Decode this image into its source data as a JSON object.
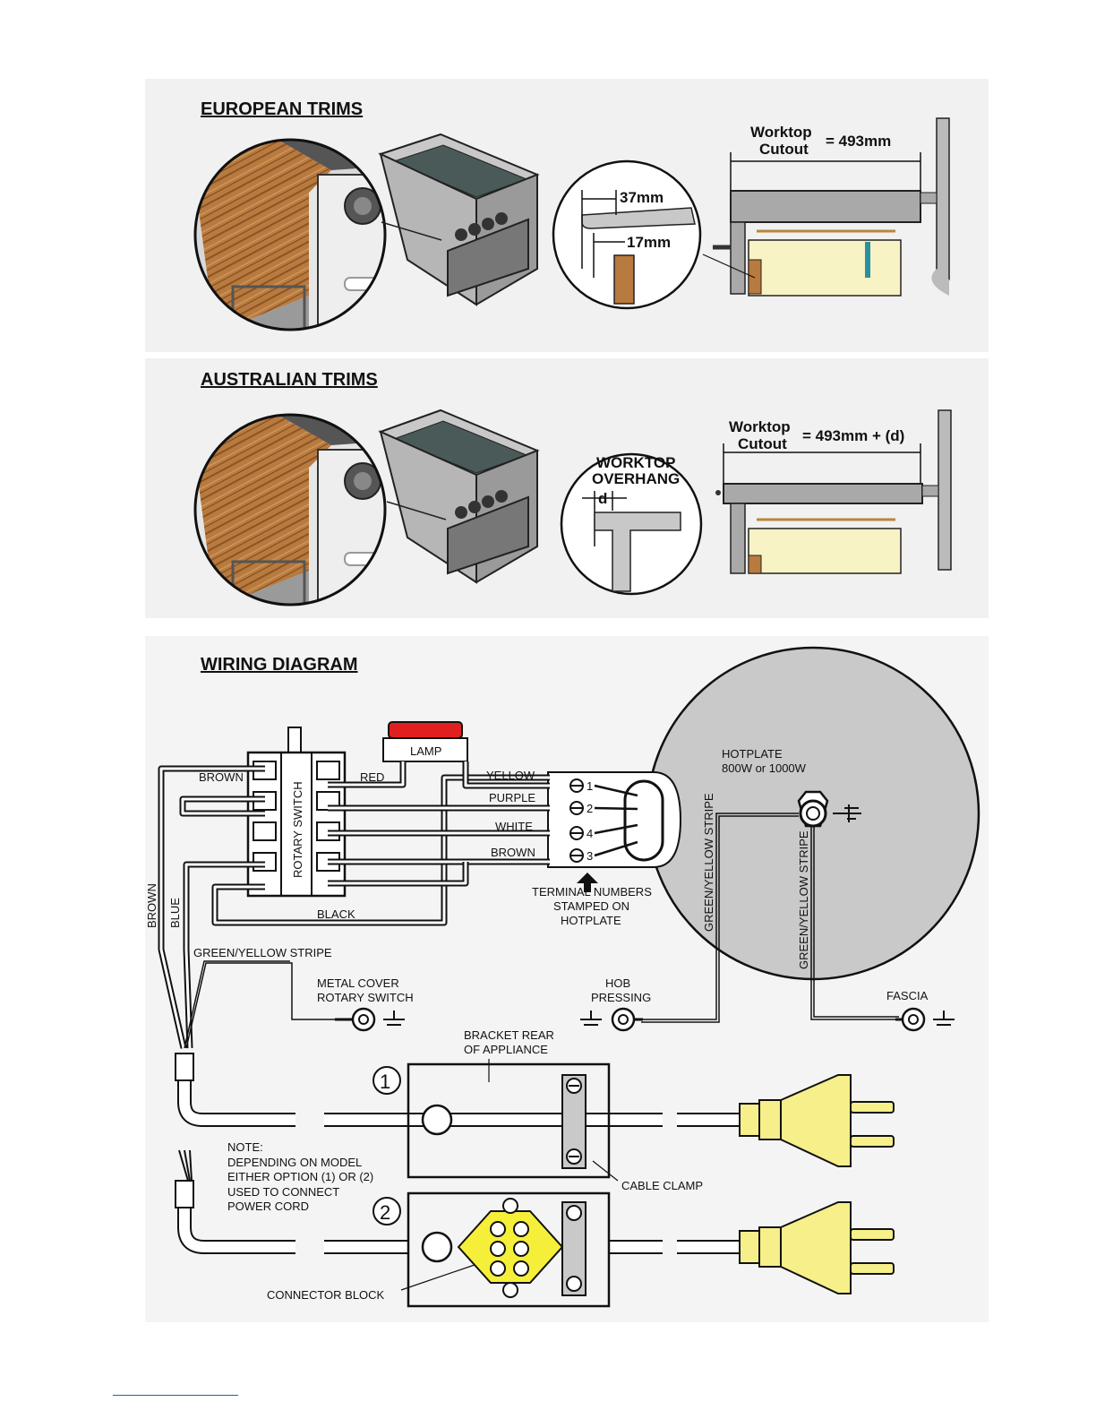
{
  "european": {
    "heading": "EUROPEAN TRIMS",
    "cutout_label_1": "Worktop",
    "cutout_label_2": "Cutout",
    "cutout_value": "= 493mm",
    "dim_top": "37mm",
    "dim_bottom": "17mm"
  },
  "australian": {
    "heading": "AUSTRALIAN TRIMS",
    "cutout_label_1": "Worktop",
    "cutout_label_2": "Cutout",
    "cutout_value": "= 493mm + (d)",
    "overhang_1": "WORKTOP",
    "overhang_2": "OVERHANG",
    "d": "d"
  },
  "wiring": {
    "heading": "WIRING DIAGRAM",
    "lamp": "LAMP",
    "rotary_switch": "ROTARY SWITCH",
    "wires": {
      "brown_top": "BROWN",
      "red": "RED",
      "yellow": "YELLOW",
      "purple": "PURPLE",
      "white": "WHITE",
      "brown_right": "BROWN",
      "black": "BLACK",
      "brown_left": "BROWN",
      "blue": "BLUE",
      "gy_stripe": "GREEN/YELLOW STRIPE",
      "gy_stripe_v1": "GREEN/YELLOW STRIPE",
      "gy_stripe_v2": "GREEN/YELLOW STRIPE"
    },
    "terminals": [
      "1",
      "2",
      "4",
      "3"
    ],
    "terminal_note_1": "TERMINAL NUMBERS",
    "terminal_note_2": "STAMPED ON",
    "terminal_note_3": "HOTPLATE",
    "hotplate_1": "HOTPLATE",
    "hotplate_2": "800W or 1000W",
    "metal_cover_1": "METAL COVER",
    "metal_cover_2": "ROTARY SWITCH",
    "hob_1": "HOB",
    "hob_2": "PRESSING",
    "fascia": "FASCIA",
    "bracket_1": "BRACKET REAR",
    "bracket_2": "OF APPLIANCE",
    "option1": "1",
    "option2": "2",
    "cable_clamp": "CABLE CLAMP",
    "connector_block": "CONNECTOR BLOCK",
    "note": [
      "NOTE:",
      "DEPENDING ON MODEL",
      "EITHER OPTION (1) OR (2)",
      "USED TO CONNECT",
      "POWER CORD"
    ]
  }
}
